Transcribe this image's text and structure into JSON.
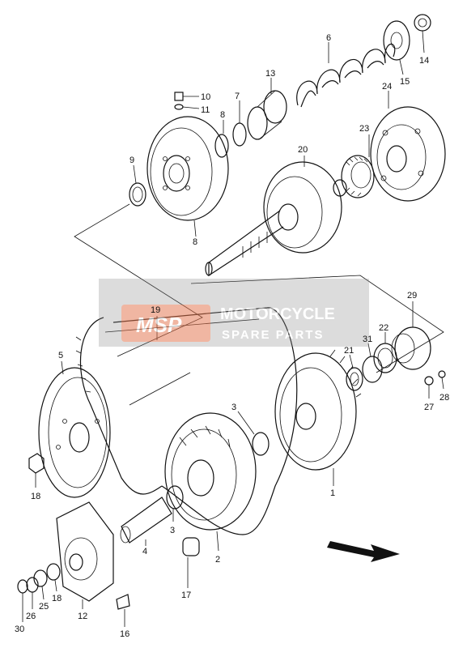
{
  "watermark": {
    "logo": "MSP",
    "line1": "MOTORCYCLE",
    "line2": "SPARE PARTS",
    "color_bg": "#8a8a8a",
    "color_logo": "#e8734a"
  },
  "callouts": [
    "1",
    "2",
    "3",
    "3",
    "4",
    "5",
    "6",
    "7",
    "8",
    "8",
    "9",
    "10",
    "11",
    "12",
    "13",
    "14",
    "15",
    "16",
    "17",
    "18",
    "18",
    "19",
    "20",
    "21",
    "22",
    "23",
    "24",
    "25",
    "26",
    "27",
    "28",
    "29",
    "30",
    "31"
  ]
}
